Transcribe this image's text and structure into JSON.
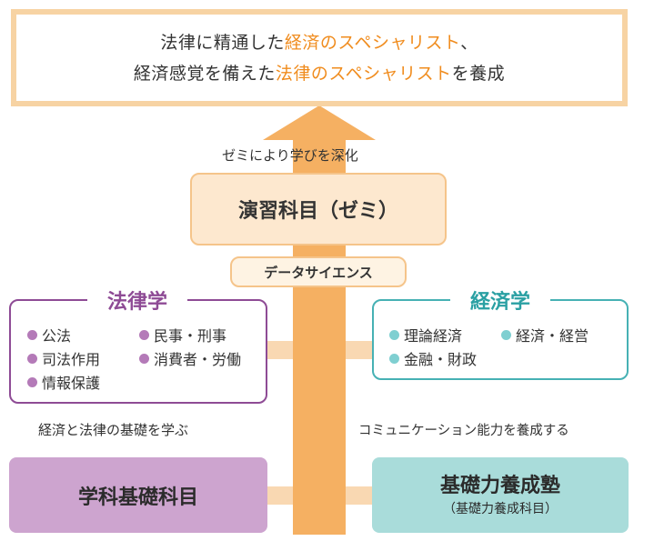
{
  "goal": {
    "line1_pre": "法律に精通した",
    "line1_hl": "経済のスペシャリスト",
    "line1_post": "、",
    "line2_pre": "経済感覚を備えた",
    "line2_hl": "法律のスペシャリスト",
    "line2_post": "を養成"
  },
  "seminar": {
    "caption": "ゼミにより学びを深化",
    "title": "演習科目（ゼミ）",
    "data_science": "データサイエンス"
  },
  "law": {
    "title": "法律学",
    "items": [
      "公法",
      "民事・刑事",
      "司法作用",
      "消費者・労働",
      "情報保護"
    ]
  },
  "economics": {
    "title": "経済学",
    "items": [
      "理論経済",
      "経済・経営",
      "金融・財政"
    ]
  },
  "basics": {
    "caption": "経済と法律の基礎を学ぶ",
    "title": "学科基礎科目"
  },
  "juku": {
    "caption": "コミュニケーション能力を養成する",
    "title": "基礎力養成塾",
    "subtitle": "（基礎力養成科目）"
  },
  "colors": {
    "accent_orange": "#f08c1e",
    "arrow": "#f5b062",
    "law_purple": "#8e4b95",
    "econ_teal": "#46b1b4"
  }
}
